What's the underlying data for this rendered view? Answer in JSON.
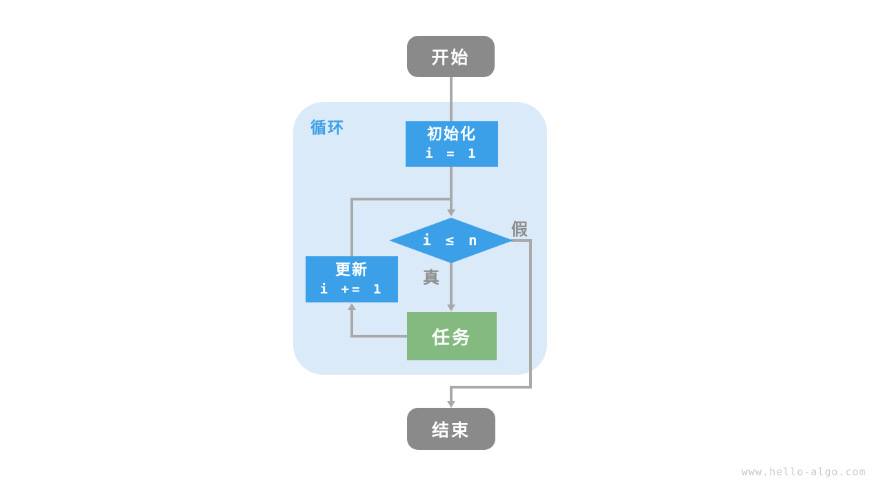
{
  "region_label": "循环",
  "nodes": {
    "start": {
      "label": "开始"
    },
    "init": {
      "title": "初始化",
      "code": "i = 1"
    },
    "condition": {
      "label": "i ≤ n"
    },
    "update": {
      "title": "更新",
      "code": "i += 1"
    },
    "task": {
      "label": "任务"
    },
    "end": {
      "label": "结束"
    }
  },
  "edge_labels": {
    "true_branch": "真",
    "false_branch": "假"
  },
  "watermark": "www.hello-algo.com",
  "colors": {
    "process_blue": "#3CA0E8",
    "task_green": "#84BA7F",
    "terminal_gray": "#8A8A8A",
    "loop_region_bg": "#DAEAF8",
    "line_gray": "#A9A9A9",
    "label_gray": "#8E8E8E",
    "watermark_gray": "#C9C9C9"
  }
}
